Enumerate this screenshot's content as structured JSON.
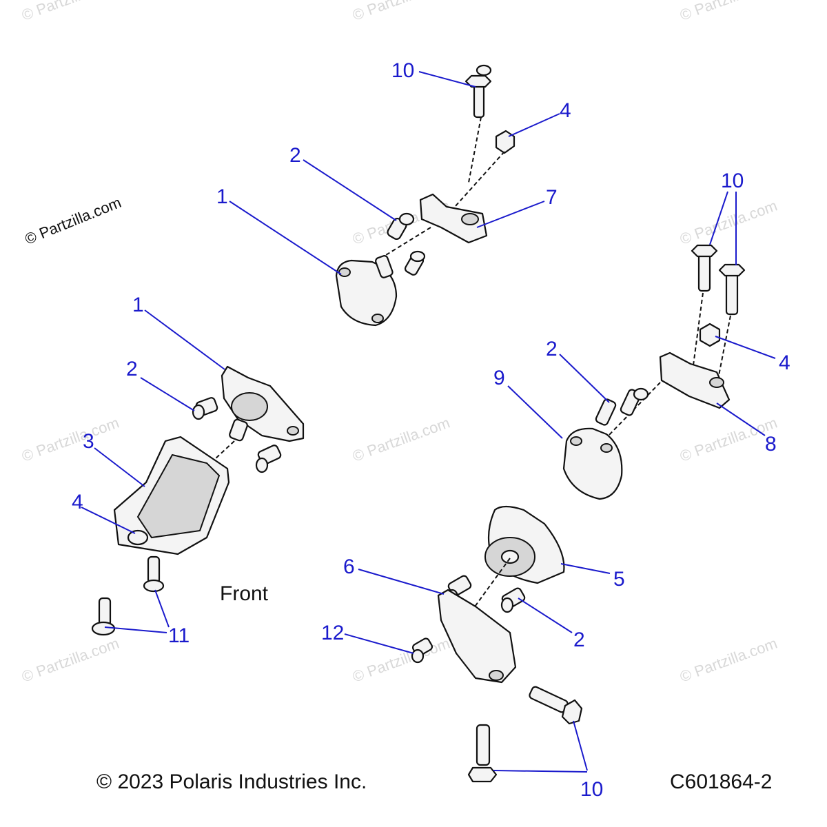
{
  "watermark": "© Partzilla.com",
  "front_label": "Front",
  "copyright": "© 2023 Polaris Industries Inc.",
  "diagram_id": "C601864-2",
  "callouts": {
    "c10_top": "10",
    "c4_top": "4",
    "c2_top": "2",
    "c1_top": "1",
    "c7": "7",
    "c10_right": "10",
    "c4_right": "4",
    "c2_right": "2",
    "c9": "9",
    "c8": "8",
    "c1_left": "1",
    "c2_left": "2",
    "c3": "3",
    "c4_left": "4",
    "c11": "11",
    "c6": "6",
    "c5": "5",
    "c2_bottom": "2",
    "c12": "12",
    "c10_bottom": "10"
  },
  "colors": {
    "callout": "#1a1acc",
    "line": "#111111",
    "watermark": "#d8d8d8"
  }
}
